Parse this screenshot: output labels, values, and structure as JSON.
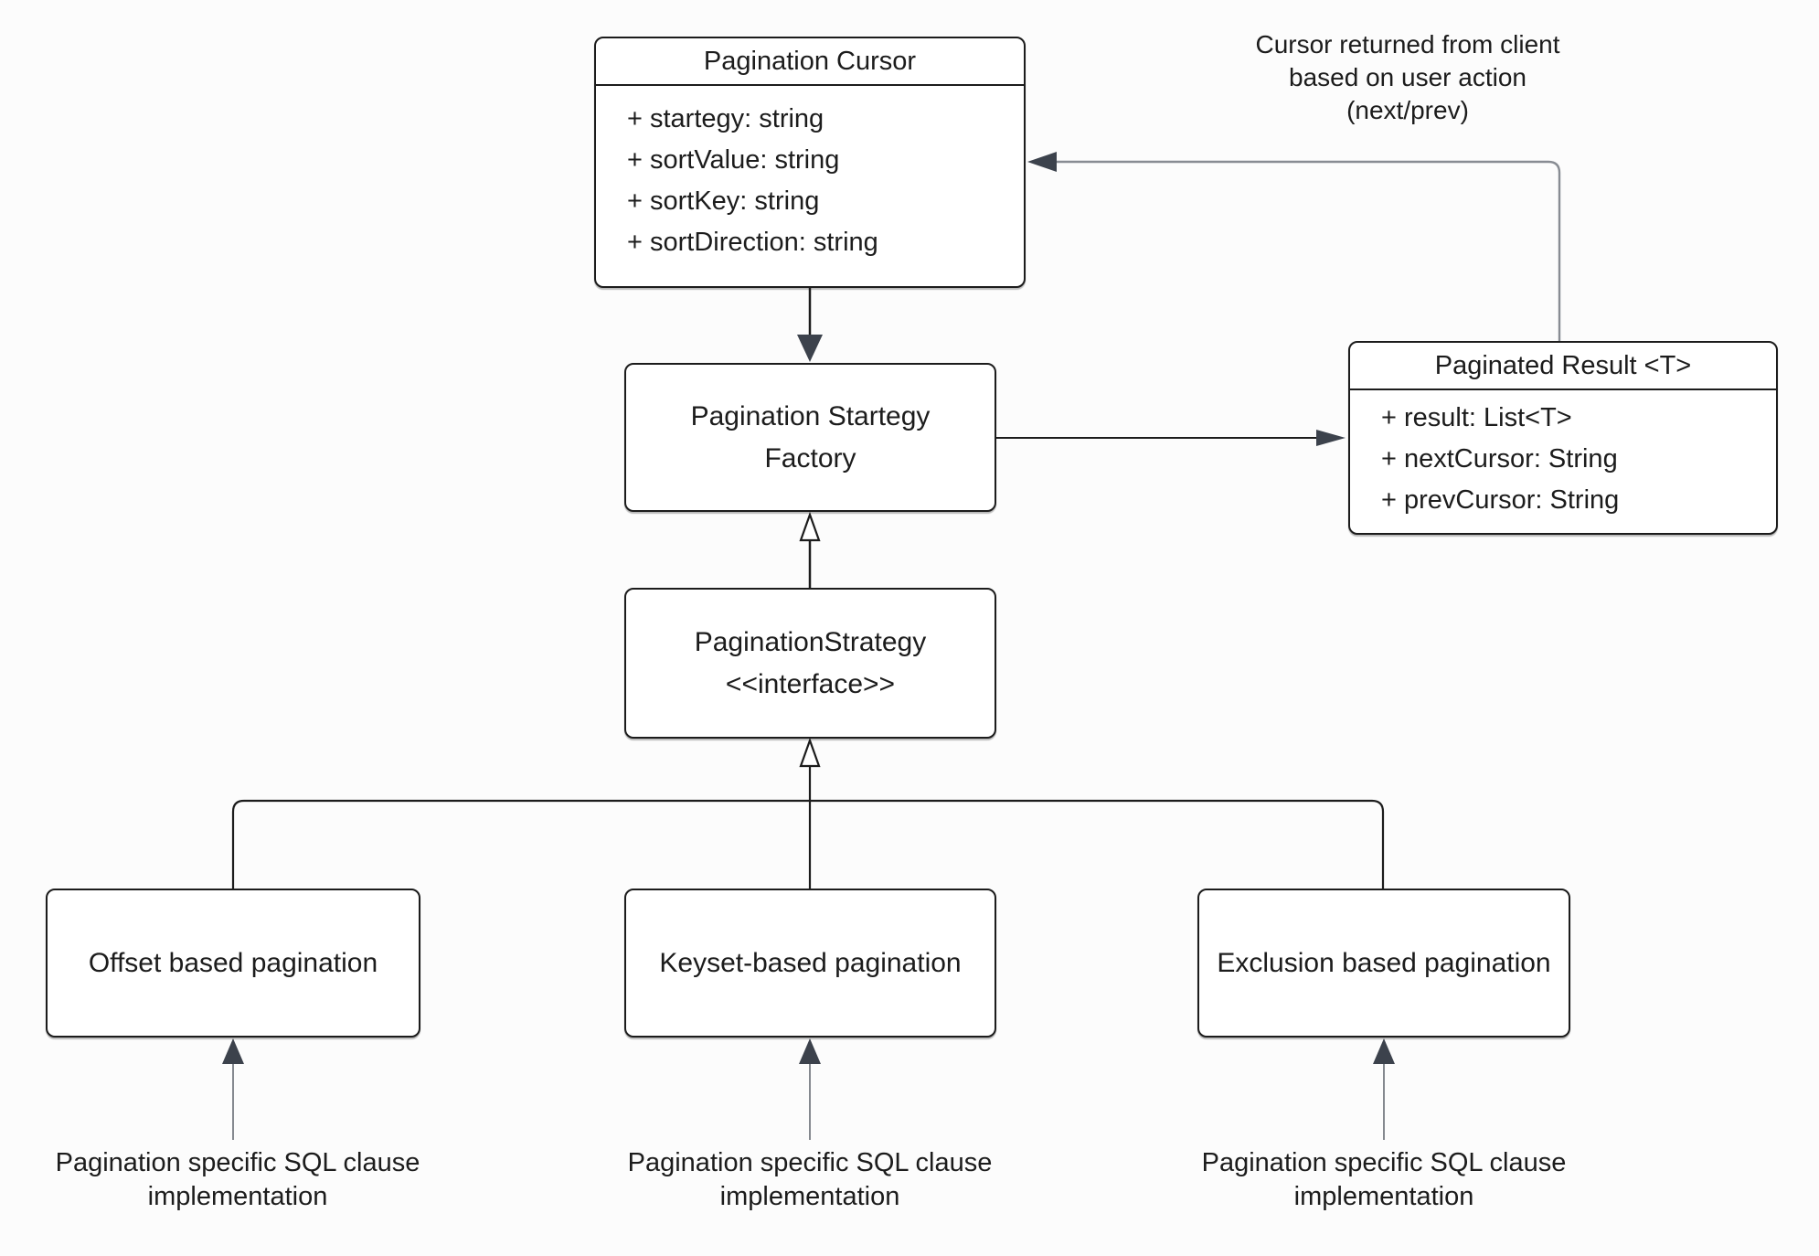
{
  "diagram": {
    "title_semantic": "Pagination strategy UML class diagram",
    "colors": {
      "background": "#fcfcfc",
      "box_border": "#1c1c1c",
      "text": "#1c1c1c",
      "connector_dark": "#1c1c1c",
      "connector_gray": "#888c93",
      "arrowhead_fill": "#3c424c"
    },
    "classes": {
      "pagination_cursor": {
        "title": "Pagination Cursor",
        "fields": [
          "+ startegy: string",
          "+ sortValue: string",
          "+ sortKey: string",
          "+ sortDirection: string"
        ]
      },
      "paginated_result": {
        "title": "Paginated Result <T>",
        "fields": [
          "+ result: List<T>",
          "+ nextCursor: String",
          "+ prevCursor: String"
        ]
      },
      "pagination_strategy_factory": {
        "line1": "Pagination Startegy",
        "line2": "Factory"
      },
      "pagination_strategy_interface": {
        "line1": "PaginationStrategy",
        "line2": "<<interface>>"
      },
      "offset_pagination": {
        "title": "Offset based pagination"
      },
      "keyset_pagination": {
        "title": "Keyset-based pagination"
      },
      "exclusion_pagination": {
        "title": "Exclusion based pagination"
      }
    },
    "annotations": {
      "cursor_note": {
        "line1": "Cursor returned from client",
        "line2": "based on user action",
        "line3": "(next/prev)"
      },
      "sql_note_offset": {
        "line1": "Pagination specific SQL clause",
        "line2": "implementation"
      },
      "sql_note_keyset": {
        "line1": "Pagination specific SQL clause",
        "line2": "implementation"
      },
      "sql_note_exclusion": {
        "line1": "Pagination specific SQL clause",
        "line2": "implementation"
      }
    }
  }
}
